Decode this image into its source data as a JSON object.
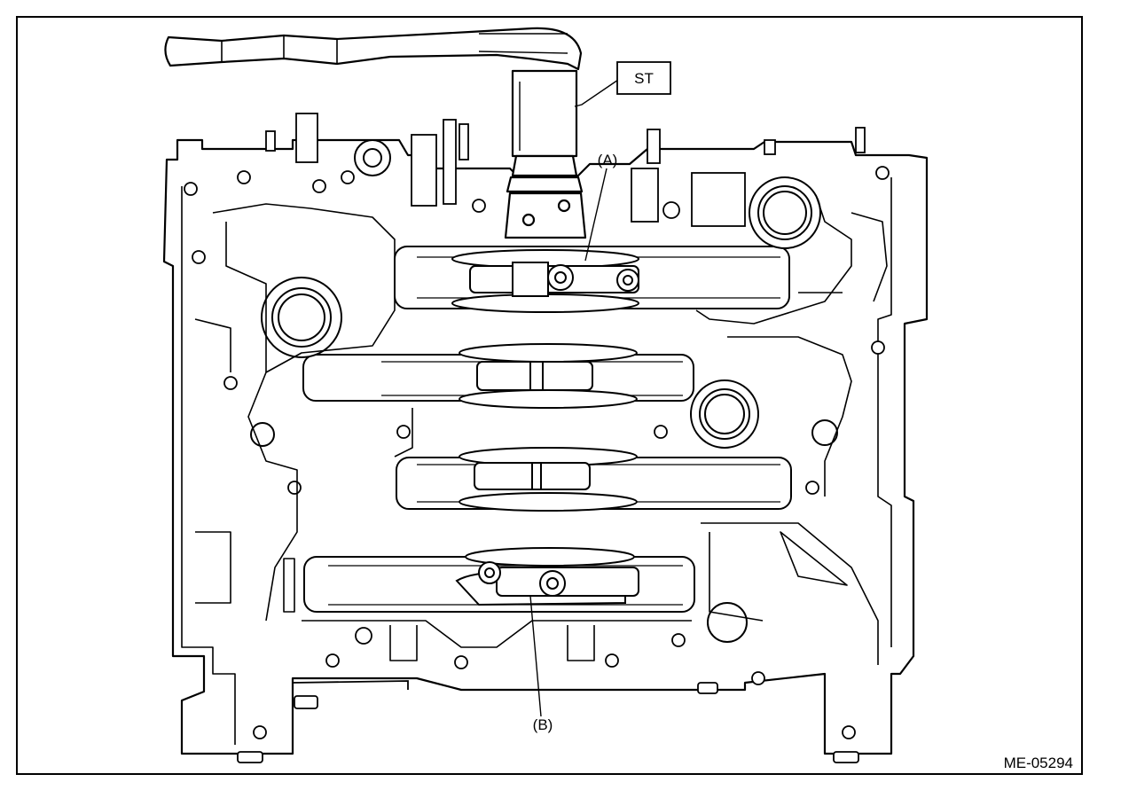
{
  "figure": {
    "labels": {
      "tool": "ST",
      "part_a": "(A)",
      "part_b": "(B)",
      "figure_id": "ME-05294"
    }
  }
}
